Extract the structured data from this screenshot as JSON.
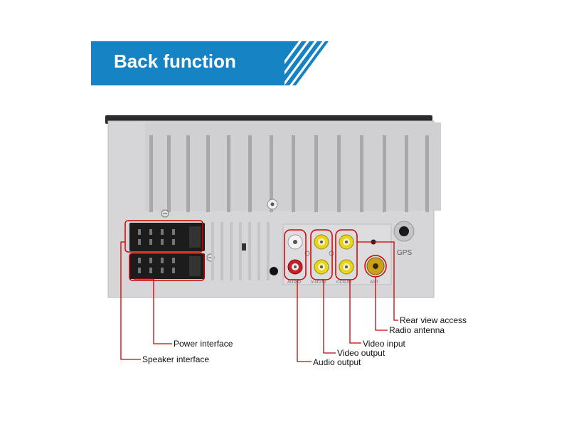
{
  "banner": {
    "title": "Back function",
    "color": "#1582c4"
  },
  "device": {
    "gps_label": "GPS",
    "port_labels": [
      "AUDIO",
      "V-OUT2",
      "CCD-IN",
      "ANT"
    ]
  },
  "callouts": {
    "rear_view_access": "Rear view access",
    "radio_antenna": "Radio antenna",
    "video_input": "Video input",
    "video_output": "Video output",
    "audio_output": "Audio output",
    "power_interface": "Power interface",
    "speaker_interface": "Speaker interface"
  },
  "colors": {
    "callout_line": "#cc0000",
    "rca_yellow": "#e8d51a",
    "rca_red": "#c8202a",
    "antenna_gold": "#c9a21a"
  }
}
